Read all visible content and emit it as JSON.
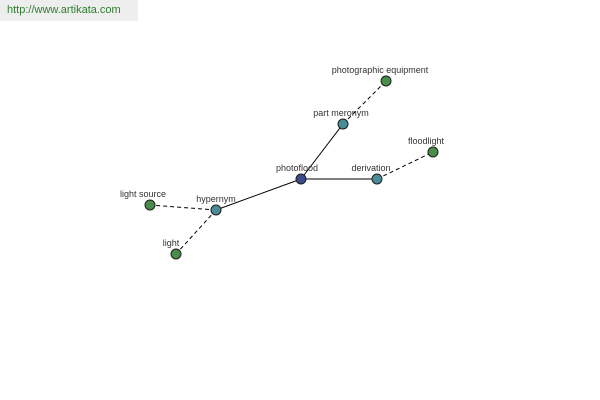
{
  "header": {
    "url": "http://www.artikata.com"
  },
  "colors": {
    "center": "#3a4a8c",
    "relation": "#4a8c98",
    "leaf": "#4a8c4a",
    "url_text": "#2e7d2e"
  },
  "graph": {
    "nodes": [
      {
        "id": "photoflood",
        "label": "photoflood",
        "role": "center"
      },
      {
        "id": "part-meronym",
        "label": "part meronym",
        "role": "relation"
      },
      {
        "id": "photographic-equipment",
        "label": "photographic equipment",
        "role": "leaf"
      },
      {
        "id": "derivation",
        "label": "derivation",
        "role": "relation"
      },
      {
        "id": "floodlight",
        "label": "floodlight",
        "role": "leaf"
      },
      {
        "id": "hypernym",
        "label": "hypernym",
        "role": "relation"
      },
      {
        "id": "light-source",
        "label": "light source",
        "role": "leaf"
      },
      {
        "id": "light",
        "label": "light",
        "role": "leaf"
      }
    ],
    "edges": [
      {
        "from": "photoflood",
        "to": "part-meronym",
        "style": "solid"
      },
      {
        "from": "photoflood",
        "to": "derivation",
        "style": "solid"
      },
      {
        "from": "photoflood",
        "to": "hypernym",
        "style": "solid"
      },
      {
        "from": "part-meronym",
        "to": "photographic-equipment",
        "style": "dashed"
      },
      {
        "from": "derivation",
        "to": "floodlight",
        "style": "dashed"
      },
      {
        "from": "hypernym",
        "to": "light-source",
        "style": "dashed"
      },
      {
        "from": "hypernym",
        "to": "light",
        "style": "dashed"
      }
    ]
  }
}
